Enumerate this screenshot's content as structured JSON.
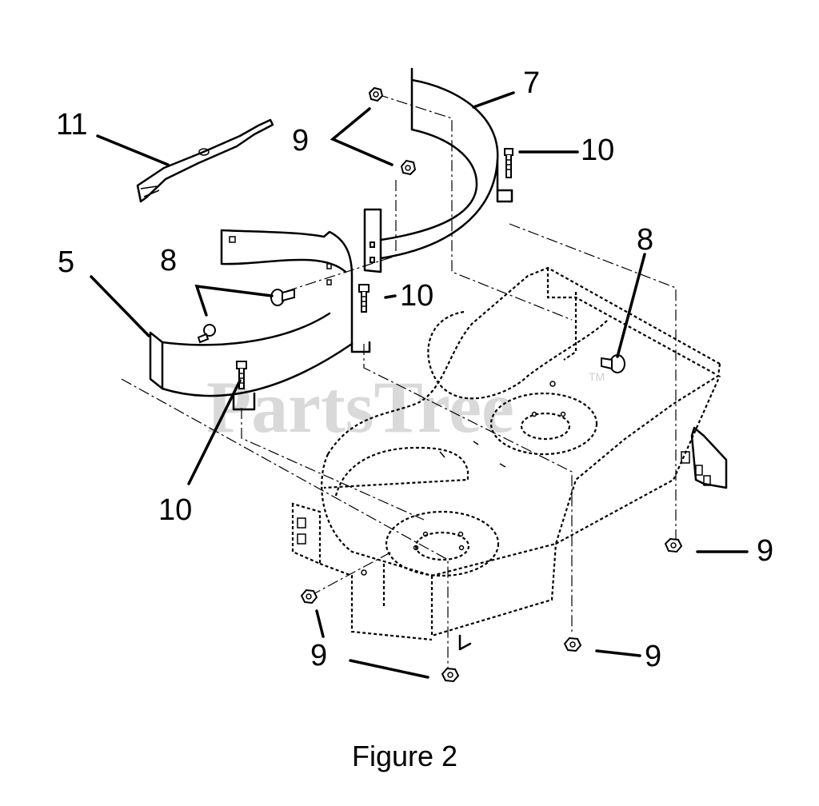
{
  "figure": {
    "caption": "Figure 2",
    "watermark": "PartsTree",
    "watermark_tm": "TM"
  },
  "callouts": {
    "blade": "11",
    "nut_upper": "9",
    "baffle_right": "7",
    "bolt_right": "10",
    "baffle_left": "5",
    "carriage_bolt_left": "8",
    "bolt_middle": "10",
    "carriage_bolt_right": "8",
    "bolt_left": "10",
    "nut_right_upper": "9",
    "nut_left": "9",
    "nut_right_lower": "9"
  },
  "colors": {
    "line": "#000000",
    "background": "#ffffff",
    "watermark": "#d9d9d9"
  }
}
